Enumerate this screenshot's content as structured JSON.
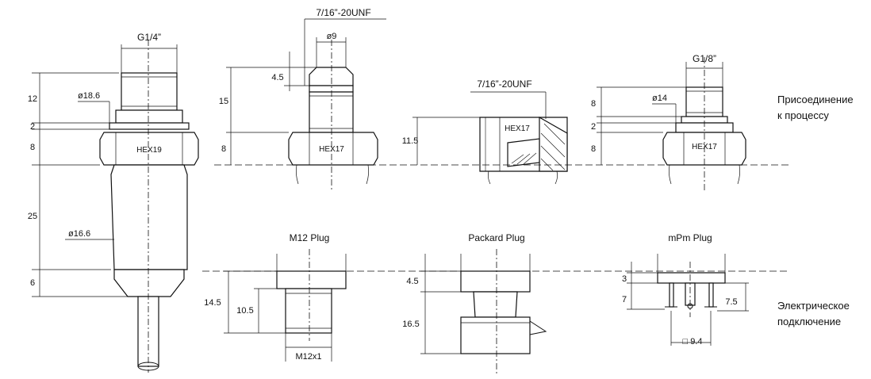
{
  "header_dims": {
    "g14": "G1/4”",
    "unf_a": "7/16”-20UNF",
    "unf_b": "7/16”-20UNF",
    "g18": "G1/8”"
  },
  "dims": {
    "d12": "12",
    "d2a": "2",
    "d8a": "8",
    "d25": "25",
    "d6": "6",
    "phi186": "ø18.6",
    "phi166": "ø16.6",
    "phi9": "ø9",
    "d45a": "4.5",
    "d15": "15",
    "d8b": "8",
    "d115": "11.5",
    "phi14": "ø14",
    "d8c": "8",
    "d2b": "2",
    "d8d": "8",
    "d145": "14.5",
    "d105": "10.5",
    "m12x1": "M12x1",
    "d45b": "4.5",
    "d165": "16.5",
    "d3": "3",
    "d7": "7",
    "d75": "7.5",
    "sq94": "□ 9.4"
  },
  "hex": {
    "h1": "HEX19",
    "h2": "HEX17",
    "h3": "HEX17",
    "h4": "HEX17"
  },
  "plugs": {
    "m12": "M12 Plug",
    "packard": "Packard Plug",
    "mpm": "mPm Plug"
  },
  "side_labels": {
    "process_1": "Присоединение",
    "process_2": "к процессу",
    "electric_1": "Электрическое",
    "electric_2": "подключение"
  }
}
